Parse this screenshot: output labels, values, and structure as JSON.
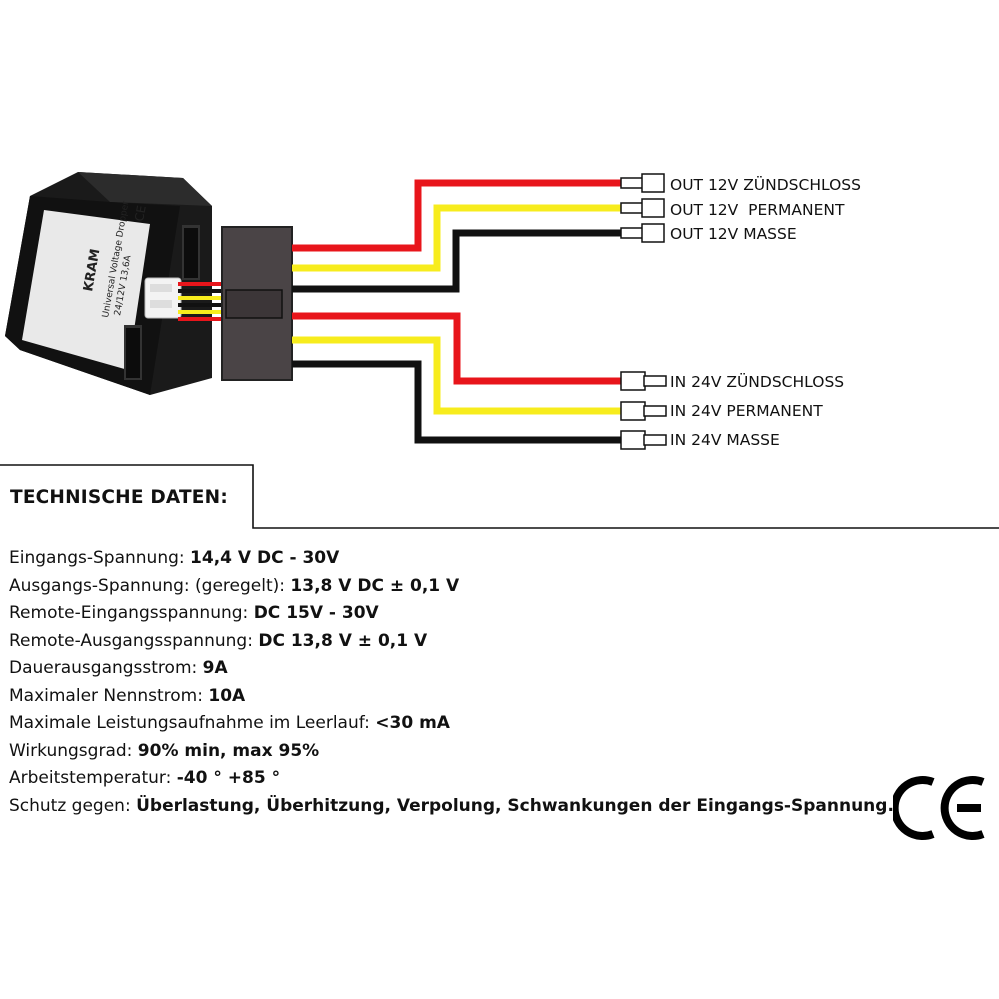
{
  "device": {
    "brand": "KRAM",
    "label_lines": [
      "Universal Voltage Dropper",
      "24/12V   13,6A"
    ]
  },
  "wires": {
    "outputs": [
      {
        "label": "OUT 12V ZÜNDSCHLOSS",
        "color": "#e8151b"
      },
      {
        "label": "OUT 12V  PERMANENT",
        "color": "#f7ec1d"
      },
      {
        "label": "OUT 12V MASSE",
        "color": "#111111"
      }
    ],
    "inputs": [
      {
        "label": "IN 24V ZÜNDSCHLOSS",
        "color": "#e8151b"
      },
      {
        "label": "IN 24V PERMANENT",
        "color": "#f7ec1d"
      },
      {
        "label": "IN 24V MASSE",
        "color": "#111111"
      }
    ]
  },
  "tech": {
    "title": "TECHNISCHE DATEN:",
    "specs": [
      {
        "label": "Eingangs-Spannung: ",
        "value": "14,4 V DC - 30V"
      },
      {
        "label": "Ausgangs-Spannung: (geregelt): ",
        "value": "13,8 V DC ± 0,1 V"
      },
      {
        "label": "Remote-Eingangsspannung: ",
        "value": "DC 15V - 30V"
      },
      {
        "label": "Remote-Ausgangsspannung: ",
        "value": "DC 13,8 V ± 0,1 V"
      },
      {
        "label": "Dauerausgangsstrom: ",
        "value": "9A"
      },
      {
        "label": "Maximaler Nennstrom: ",
        "value": "10A"
      },
      {
        "label": "Maximale Leistungsaufnahme im Leerlauf: ",
        "value": "<30 mA"
      },
      {
        "label": "Wirkungsgrad: ",
        "value": "90% min, max 95%"
      },
      {
        "label": "Arbeitstemperatur: ",
        "value": "-40 ° +85 °"
      },
      {
        "label": "Schutz gegen: ",
        "value": "Überlastung, Überhitzung, Verpolung, Schwankungen der Eingangs-Spannung."
      }
    ]
  },
  "ce_mark": "CE"
}
